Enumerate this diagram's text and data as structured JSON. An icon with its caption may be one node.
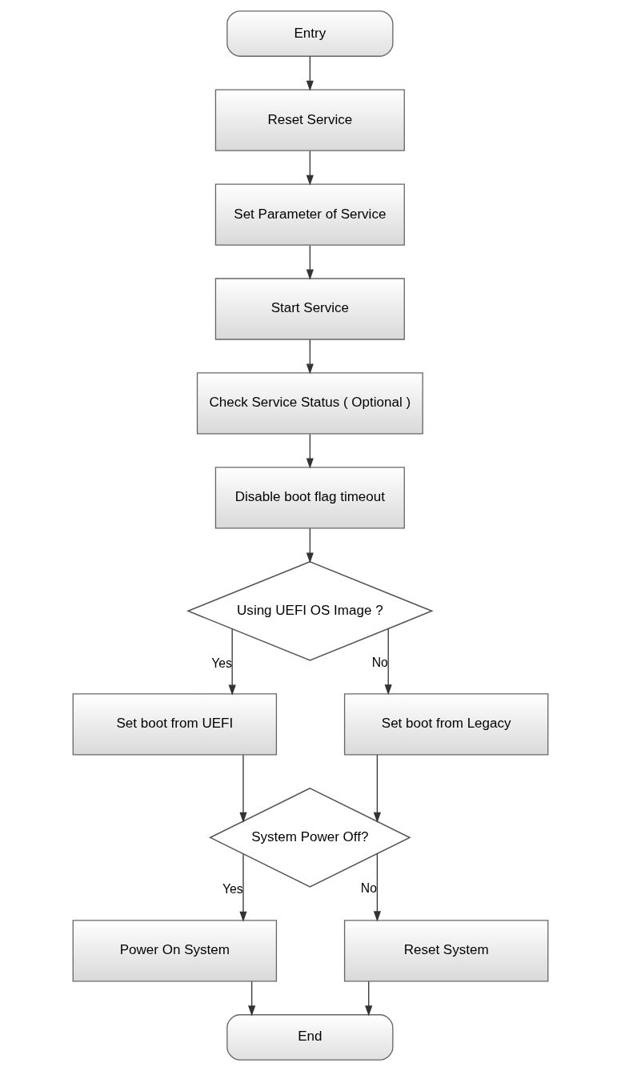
{
  "diagram": {
    "nodes": [
      {
        "text": [
          "Entry"
        ]
      },
      {
        "text": [
          "Reset Service"
        ]
      },
      {
        "text": [
          "Set Parameter of Service"
        ]
      },
      {
        "text": [
          "Start Service"
        ]
      },
      {
        "text": [
          "Check Service Status ( Optional )"
        ]
      },
      {
        "text": [
          "Disable boot flag timeout"
        ]
      },
      {
        "text": [
          "Using UEFI OS Image ?"
        ]
      },
      {
        "text": [
          "Set boot from UEFI"
        ]
      },
      {
        "text": [
          "Set boot from Legacy"
        ]
      },
      {
        "text": [
          "System Power Off?"
        ]
      },
      {
        "text": [
          "Power On System"
        ]
      },
      {
        "text": [
          "Reset System"
        ]
      },
      {
        "text": [
          "End"
        ]
      }
    ],
    "edges": [
      {
        "from": 0,
        "to": 1,
        "arrow": "to"
      },
      {
        "from": 1,
        "to": 2,
        "arrow": "to"
      },
      {
        "from": 2,
        "to": 3,
        "arrow": "to"
      },
      {
        "from": 3,
        "to": 4,
        "arrow": "to"
      },
      {
        "from": 4,
        "to": 5,
        "arrow": "to"
      },
      {
        "from": 5,
        "to": 6,
        "arrow": "to"
      },
      {
        "from": 6,
        "to": 7,
        "arrow": "to",
        "label": "Yes"
      },
      {
        "from": 6,
        "to": 8,
        "arrow": "to",
        "label": "No"
      },
      {
        "from": 7,
        "to": 9,
        "arrow": "to"
      },
      {
        "from": 8,
        "to": 9,
        "arrow": "to"
      },
      {
        "from": 9,
        "to": 10,
        "arrow": "to",
        "label": "Yes"
      },
      {
        "from": 9,
        "to": 11,
        "arrow": "to",
        "label": "No"
      },
      {
        "from": 10,
        "to": 12,
        "arrow": "to"
      },
      {
        "from": 11,
        "to": 12,
        "arrow": "to"
      }
    ]
  }
}
